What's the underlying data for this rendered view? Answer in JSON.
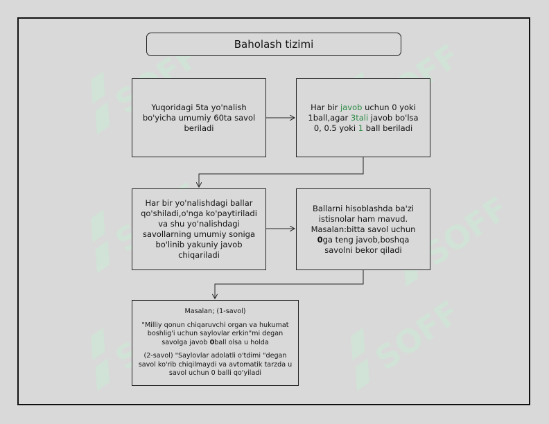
{
  "title": "Baholash tizimi",
  "box1": {
    "text": "Yuqoridagi 5ta yo'nalish bo'yicha umumiy 60ta savol beriladi"
  },
  "box2": {
    "p1": "Har bir ",
    "p2": "javob",
    "p3": " uchun  0 yoki 1ball,agar ",
    "p4": "3tali",
    "p5": " javob bo'lsa 0, 0.5 yoki ",
    "p6": "1",
    "p7": " ball beriladi"
  },
  "box3": {
    "text": "Har bir yo'nalishdagi ballar qo'shiladi,o'nga ko'paytiriladi va shu yo'nalishdagi savollarning umumiy soniga bo'linib yakuniy javob chiqariladi"
  },
  "box4": {
    "a": "Ballarni hisoblashda ba'zi istisnolar ham mavud. Masalan:bitta savol uchun ",
    "b": "0",
    "c": "ga teng javob,boshqa savolni bekor qiladi"
  },
  "box5": {
    "heading": "Masalan; (1-savol)",
    "q1a": "\"Milliy qonun chiqaruvchi organ va hukumat boshlig'i uchun saylovlar erkin\"mi degan savolga javob ",
    "q1b": "0",
    "q1c": "ball olsa u holda",
    "q2": "(2-savol) \"Saylovlar adolatli o'tdimi \"degan savol ko'rib chiqilmaydi va avtomatik tarzda u savol uchun 0 balli qo'yiladi"
  },
  "watermark": {
    "text": "SOFF",
    "color": "#cfe6d6"
  },
  "colors": {
    "background": "#d9d9d9",
    "border": "#222222",
    "highlight": "#2a8a45"
  }
}
